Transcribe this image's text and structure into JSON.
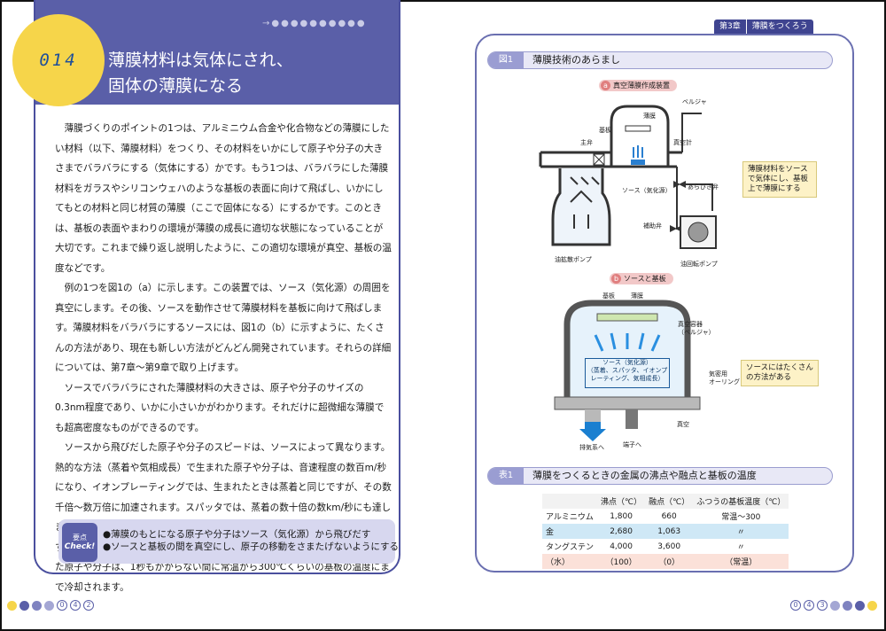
{
  "left": {
    "header_dots": "→●●●●●●●●●●",
    "number": "014",
    "title": [
      "薄膜材料は気体にされ、",
      "固体の薄膜になる"
    ],
    "paragraphs": [
      "薄膜づくりのポイントの1つは、アルミニウム合金や化合物などの薄膜にしたい材料（以下、薄膜材料）をつくり、その材料をいかにして原子や分子の大きさまでバラバラにする（気体にする）かです。もう1つは、バラバラにした薄膜材料をガラスやシリコンウェハのような基板の表面に向けて飛ばし、いかにしてもとの材料と同じ材質の薄膜（ここで固体になる）にするかです。このときは、基板の表面やまわりの環境が薄膜の成長に適切な状態になっていることが大切です。これまで繰り返し説明したように、この適切な環境が真空、基板の温度などです。",
      "例の1つを図1の（a）に示します。この装置では、ソース（気化源）の周囲を真空にします。その後、ソースを動作させて薄膜材料を基板に向けて飛ばします。薄膜材料をバラバラにするソースには、図1の（b）に示すように、たくさんの方法があり、現在も新しい方法がどんどん開発されています。それらの詳細については、第7章〜第9章で取り上げます。",
      "ソースでバラバラにされた薄膜材料の大きさは、原子や分子のサイズの0.3nm程度であり、いかに小さいかがわかります。それだけに超微細な薄膜でも超高密度なものができるのです。",
      "ソースから飛びだした原子や分子のスピードは、ソースによって異なります。熱的な方法（蒸着や気相成長）で生まれた原子や分子は、音速程度の数百m/秒になり、イオンプレーティングでは、生まれたときは蒸着と同じですが、その数千倍〜数万倍に加速されます。スパッタでは、蒸着の数十倍の数km/秒にも達します。これは薄膜の成長に大きく影響します。材料の原子や分子の移動をじゃまするものはないので、最初に飛びだした方向に直線運動をします。基板に到達した原子や分子は、1秒もかからない間に常温から300℃くらいの基板の温度にまで冷却されます。"
    ],
    "check": {
      "badge_top": "要点",
      "badge_bottom": "Check!",
      "lines": [
        "●薄膜のもとになる原子や分子はソース（気化源）から飛びだす",
        "●ソースと基板の間を真空にし、原子の移動をさまたげないようにする"
      ]
    },
    "page_number": [
      "0",
      "4",
      "2"
    ]
  },
  "right": {
    "chapter": "第3章",
    "chapter_title": "薄膜をつくろう",
    "figure": {
      "label": "図1",
      "title": "薄膜技術のあらまし"
    },
    "diagram_a": {
      "letter": "a",
      "heading": "真空薄膜作成装置",
      "labels": {
        "bell_jar": "ベルジャ",
        "substrate": "基板",
        "thin_film": "薄膜",
        "main_valve": "主弁",
        "vacuum_gauge": "真空計",
        "source": "ソース（気化源）",
        "roughing_valve": "あらびき弁",
        "aux_valve": "補助弁",
        "diffusion_pump": "油拡散ポンプ",
        "rotary_pump": "油回転ポンプ"
      },
      "note": [
        "薄膜材料をソース",
        "で気体にし、基板",
        "上で薄膜にする"
      ]
    },
    "diagram_b": {
      "letter": "b",
      "heading": "ソースと基板",
      "labels": {
        "substrate": "基板",
        "thin_film": "薄膜",
        "vacuum_vessel": [
          "真空容器",
          "（ベルジャ）"
        ],
        "oring": [
          "気密用",
          "オーリング"
        ],
        "vacuum": "真空",
        "to_pump": "排気系へ",
        "to_terminal": "端子へ"
      },
      "source_box": [
        "ソース（気化源）",
        "（蒸着、スパッタ、イオンプ",
        "レーティング、気相成長）"
      ],
      "note": [
        "ソースにはたくさん",
        "の方法がある"
      ]
    },
    "table": {
      "label": "表1",
      "title": "薄膜をつくるときの金属の沸点や融点と基板の温度",
      "headers": [
        "",
        "沸点（℃）",
        "融点（℃）",
        "ふつうの基板温度（℃）"
      ],
      "rows": [
        [
          "アルミニウム",
          "1,800",
          "660",
          "常温〜300"
        ],
        [
          "金",
          "2,680",
          "1,063",
          "〃"
        ],
        [
          "タングステン",
          "4,000",
          "3,600",
          "〃"
        ],
        [
          "（水）",
          "（100）",
          "（0）",
          "（常温）"
        ]
      ]
    },
    "page_number": [
      "0",
      "4",
      "3"
    ]
  },
  "colors": {
    "accent": "#5a5fa8",
    "highlight": "#f6d54a",
    "link": "#2a6fc0",
    "pink": "#f2c8c8"
  }
}
